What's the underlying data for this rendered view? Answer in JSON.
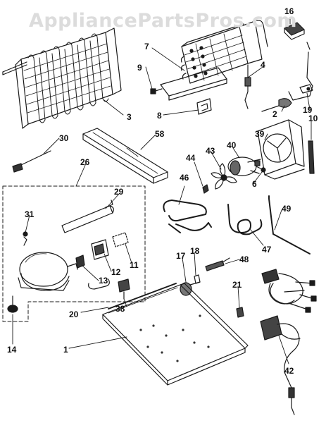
{
  "watermark": "AppliancePartsPros.com",
  "callouts": {
    "p1": "1",
    "p2": "2",
    "p3": "3",
    "p4": "4",
    "p6": "6",
    "p7": "7",
    "p8": "8",
    "p9": "9",
    "p10": "10",
    "p11": "11",
    "p12": "12",
    "p13": "13",
    "p14": "14",
    "p16": "16",
    "p17": "17",
    "p18": "18",
    "p19": "19",
    "p20": "20",
    "p21": "21",
    "p26": "26",
    "p29": "29",
    "p30": "30",
    "p31": "31",
    "p38": "38",
    "p39": "39",
    "p40": "40",
    "p42": "42",
    "p43": "43",
    "p44": "44",
    "p46": "46",
    "p47": "47",
    "p48": "48",
    "p49": "49",
    "p58": "58"
  }
}
